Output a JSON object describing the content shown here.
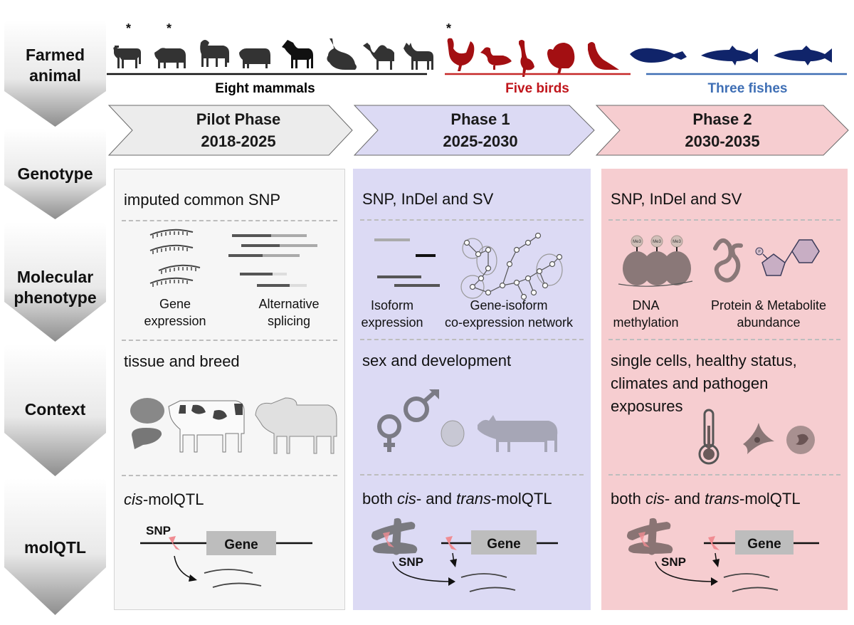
{
  "left_labels": {
    "farmed_animal": [
      "Farmed",
      "animal"
    ],
    "genotype": "Genotype",
    "molecular_phenotype": [
      "Molecular",
      "phenotype"
    ],
    "context": "Context",
    "molqtl": "molQTL"
  },
  "animals": {
    "star": "*",
    "mammals": {
      "label": "Eight mammals",
      "color": "#000000",
      "items": [
        "cattle-icon",
        "pig-icon",
        "goat-icon",
        "sheep-icon",
        "horse-icon",
        "rabbit-icon",
        "camel-icon",
        "donkey-icon"
      ]
    },
    "birds": {
      "label": "Five birds",
      "color": "#c0151b",
      "items": [
        "chicken-icon",
        "duck-icon",
        "goose-icon",
        "turkey-icon",
        "pigeon-icon"
      ]
    },
    "fishes": {
      "label": "Three fishes",
      "color": "#3f6fb5",
      "items": [
        "carp-icon",
        "trout-icon",
        "salmon-icon"
      ]
    }
  },
  "phases": [
    {
      "name": "Pilot Phase",
      "years": "2018-2025",
      "color": "#ececec"
    },
    {
      "name": "Phase 1",
      "years": "2025-2030",
      "color": "#dcdaf4"
    },
    {
      "name": "Phase 2",
      "years": "2030-2035",
      "color": "#f6cdd0"
    }
  ],
  "genotype": [
    "imputed common SNP",
    "SNP, InDel and SV",
    "SNP, InDel and SV"
  ],
  "molecular": {
    "pilot": [
      {
        "line1": "Gene",
        "line2": "expression"
      },
      {
        "line1": "Alternative",
        "line2": "splicing"
      }
    ],
    "phase1": [
      {
        "line1": "Isoform",
        "line2": "expression"
      },
      {
        "line1": "Gene-isoform",
        "line2": "co-expression network"
      }
    ],
    "phase2": [
      {
        "line1": "DNA",
        "line2": "methylation"
      },
      {
        "line1": "Protein & Metabolite",
        "line2": "abundance"
      }
    ],
    "me3": "Me3",
    "phospho": "P"
  },
  "context": {
    "pilot": "tissue and breed",
    "phase1": "sex and development",
    "phase2": [
      "single cells, healthy status,",
      "climates and pathogen",
      "exposures"
    ]
  },
  "molqtl": {
    "pilot": {
      "italic": "cis",
      "rest": "-molQTL"
    },
    "both": {
      "pre": "both ",
      "cis": "cis",
      "mid": "- and ",
      "trans": "trans",
      "post": "-molQTL"
    },
    "snp": "SNP",
    "gene": "Gene"
  }
}
